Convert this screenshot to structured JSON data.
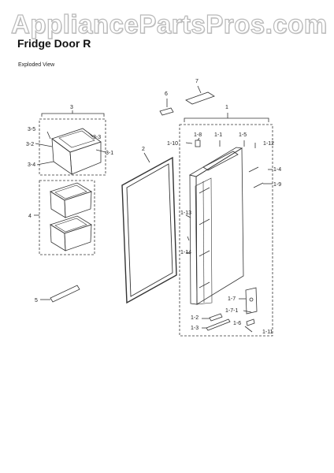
{
  "watermark": "AppliancePartsPros.com",
  "title": "Fridge Door R",
  "subtitle": "Exploded View",
  "labels": {
    "l1": "1",
    "l1_1": "1-1",
    "l1_2": "1-2",
    "l1_3": "1-3",
    "l1_4": "1-4",
    "l1_5": "1-5",
    "l1_6": "1-6",
    "l1_7": "1-7",
    "l1_7_1": "1-7-1",
    "l1_8": "1-8",
    "l1_9": "1-9",
    "l1_10": "1-10",
    "l1_11": "1-11",
    "l1_12": "1-12",
    "l1_13": "1-13",
    "l1_14": "1-14",
    "l2": "2",
    "l3": "3",
    "l3_1": "3-1",
    "l3_2": "3-2",
    "l3_3": "3-3",
    "l3_4": "3-4",
    "l3_5": "3-5",
    "l4": "4",
    "l5": "5",
    "l6": "6",
    "l7": "7"
  }
}
